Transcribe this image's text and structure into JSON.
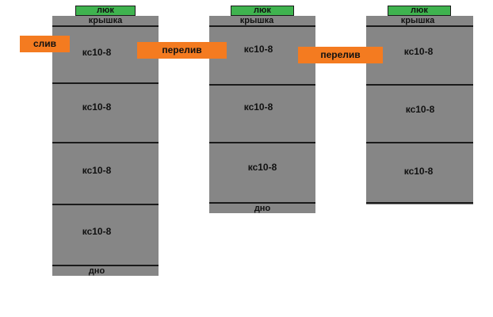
{
  "colors": {
    "ring": "#868686",
    "hatch": "#3fb34f",
    "pipe": "#f47b20",
    "line": "#1a1a1a"
  },
  "wells": [
    {
      "hatch": "люк",
      "cover": "крышка",
      "rings": [
        "кс10-8",
        "кс10-8",
        "кс10-8",
        "кс10-8"
      ],
      "bottom": "дно"
    },
    {
      "hatch": "люк",
      "cover": "крышка",
      "rings": [
        "кс10-8",
        "кс10-8",
        "кс10-8"
      ],
      "bottom": "дно"
    },
    {
      "hatch": "люк",
      "cover": "крышка",
      "rings": [
        "кс10-8",
        "кс10-8",
        "кс10-8"
      ]
    }
  ],
  "pipes": {
    "drain": "слив",
    "overflow_1": "перелив",
    "overflow_2": "перелив"
  }
}
